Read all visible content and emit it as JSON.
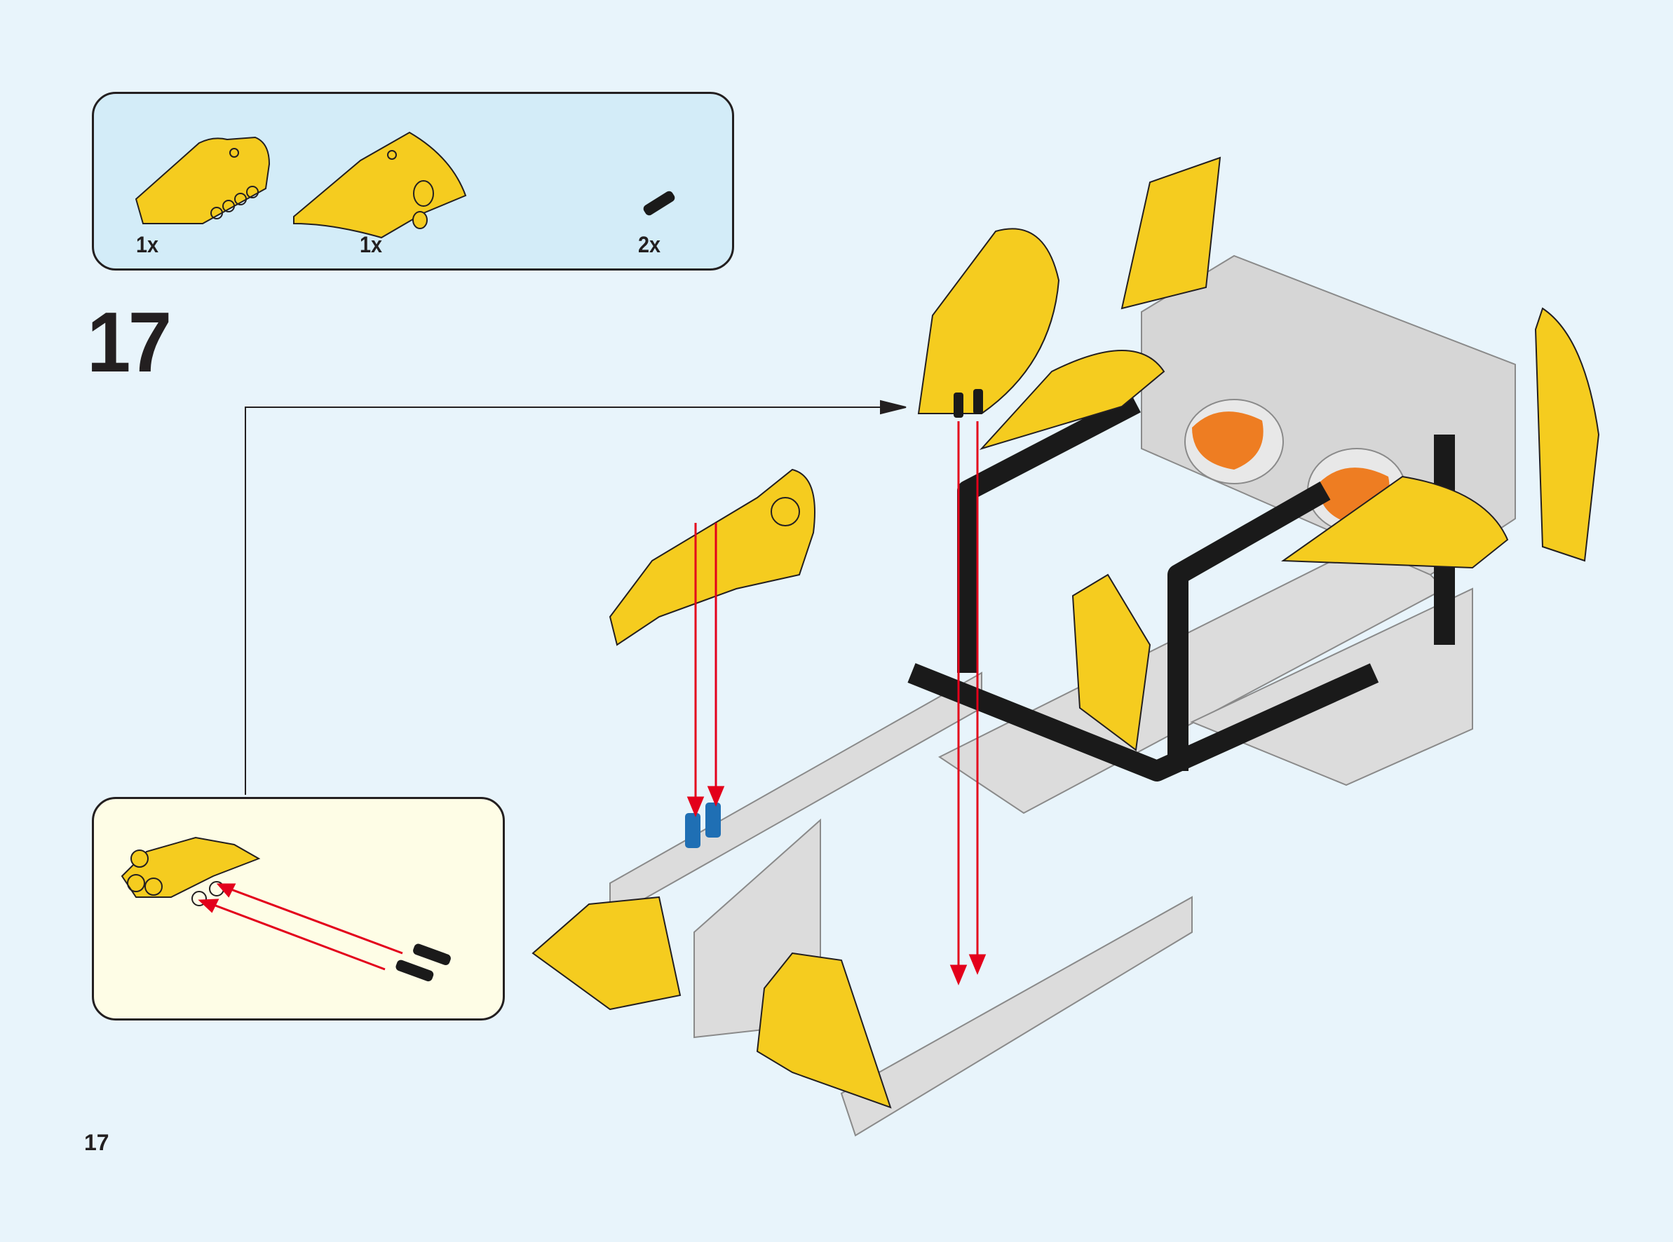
{
  "step": {
    "number": "17"
  },
  "parts_list": [
    {
      "quantity": "1x",
      "part": "yellow-angled-beam-panel"
    },
    {
      "quantity": "1x",
      "part": "yellow-curved-panel"
    },
    {
      "quantity": "2x",
      "part": "black-friction-pin"
    }
  ],
  "page": {
    "number": "17"
  },
  "colors": {
    "background": "#e8f4fb",
    "parts_box": "#d3ecf8",
    "callout": "#fefde6",
    "arrow": "#e3001b",
    "yellow": "#f5cc1f",
    "gray": "#d9d9d9",
    "black": "#1a1a1a"
  }
}
